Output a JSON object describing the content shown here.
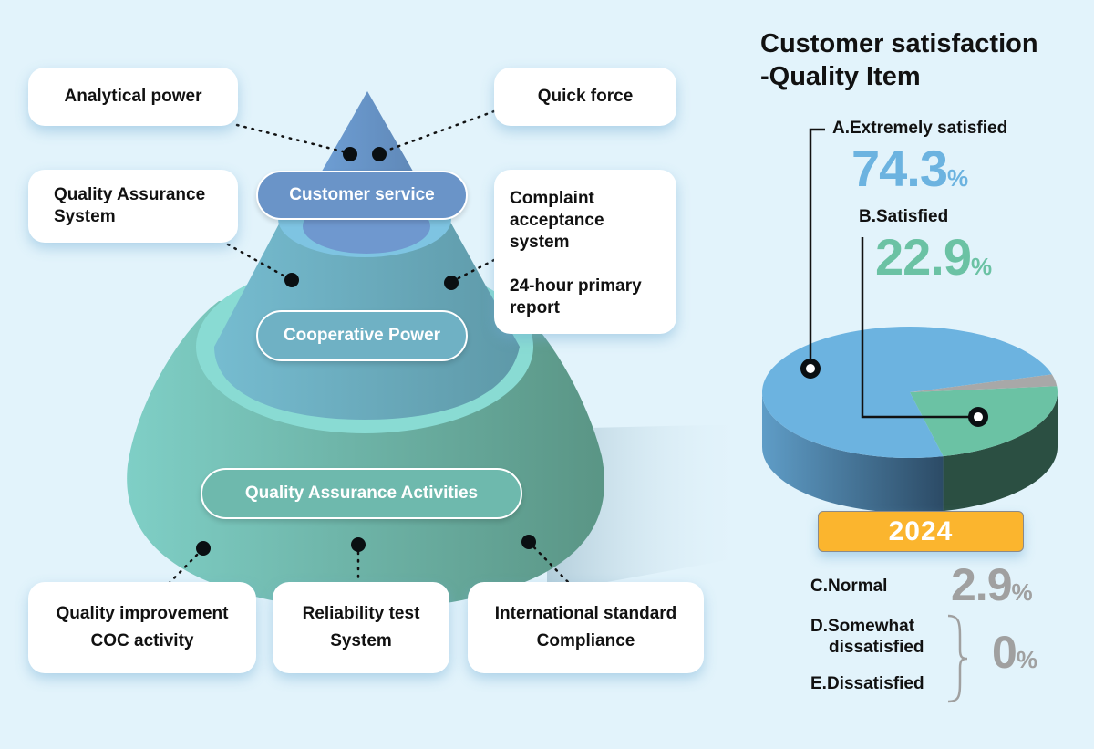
{
  "diagram": {
    "tiers": [
      {
        "label": "Customer service",
        "color": "#6a94c8"
      },
      {
        "label": "Cooperative Power",
        "color": "#6fb1c4"
      },
      {
        "label": "Quality Assurance Activities",
        "color": "#6eb9ad"
      }
    ],
    "callouts": {
      "analytical_power": "Analytical power",
      "quick_force": "Quick force",
      "qa_system_line1": "Quality Assurance",
      "qa_system_line2": "System",
      "complaint_line1": "Complaint",
      "complaint_line2": "acceptance",
      "complaint_line3": "system",
      "report_line1": "24-hour primary",
      "report_line2": "report",
      "quality_improvement_line1": "Quality improvement",
      "quality_improvement_line2": "COC activity",
      "reliability_line1": "Reliability test",
      "reliability_line2": "System",
      "international_line1": "International standard",
      "international_line2": "Compliance"
    }
  },
  "satisfaction": {
    "title_line1": "Customer satisfaction",
    "title_line2": "-Quality Item",
    "year": "2024",
    "pct_symbol": "%",
    "items": [
      {
        "key": "A",
        "label": "A.Extremely satisfied",
        "value": "74.3",
        "color": "#6cb3e0"
      },
      {
        "key": "B",
        "label": "B.Satisfied",
        "value": "22.9",
        "color": "#6bc2a4"
      },
      {
        "key": "C",
        "label": "C.Normal",
        "value": "2.9",
        "color": "#a8a8a8"
      },
      {
        "key": "D",
        "label_line1": "D.Somewhat",
        "label_line2": "dissatisfied",
        "value": "0",
        "color": "#a0a0a0"
      },
      {
        "key": "E",
        "label": "E.Dissatisfied",
        "value": "0",
        "color": "#a0a0a0"
      }
    ],
    "grouped_value": "0"
  },
  "chart_data": {
    "type": "pie",
    "title": "Customer satisfaction -Quality Item",
    "subtitle": "2024",
    "categories": [
      "Extremely satisfied",
      "Satisfied",
      "Normal",
      "Somewhat dissatisfied",
      "Dissatisfied"
    ],
    "values": [
      74.3,
      22.9,
      2.9,
      0,
      0
    ],
    "unit": "%",
    "colors": [
      "#6cb3e0",
      "#6bc2a4",
      "#a8a8a8",
      "#a0a0a0",
      "#a0a0a0"
    ]
  }
}
